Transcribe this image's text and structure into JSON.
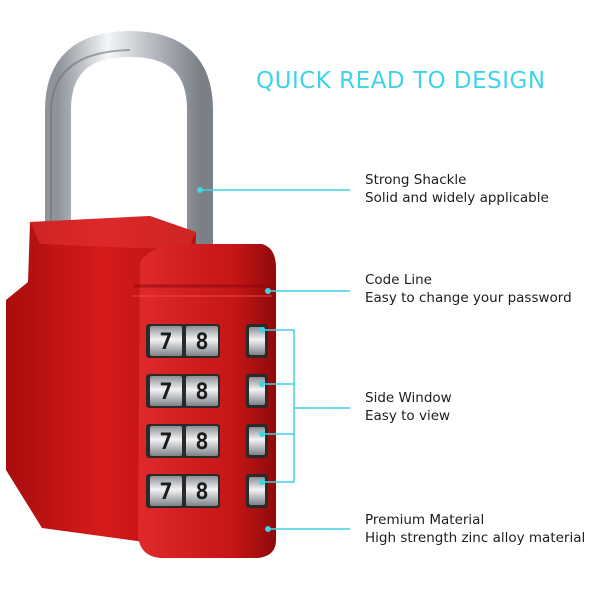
{
  "headline": "QUICK READ TO DESIGN",
  "colors": {
    "accent": "#3fd3e6",
    "lock_body": "#cf1516",
    "shackle": "#c9cdd2"
  },
  "product": {
    "dial_rows": [
      [
        "7",
        "8"
      ],
      [
        "7",
        "8"
      ],
      [
        "7",
        "8"
      ],
      [
        "7",
        "8"
      ]
    ]
  },
  "features": [
    {
      "title": "Strong Shackle",
      "desc": "Solid and widely applicable"
    },
    {
      "title": "Code Line",
      "desc": "Easy to change your password"
    },
    {
      "title": "Side Window",
      "desc": "Easy to view"
    },
    {
      "title": "Premium Material",
      "desc": "High strength zinc alloy material"
    }
  ]
}
